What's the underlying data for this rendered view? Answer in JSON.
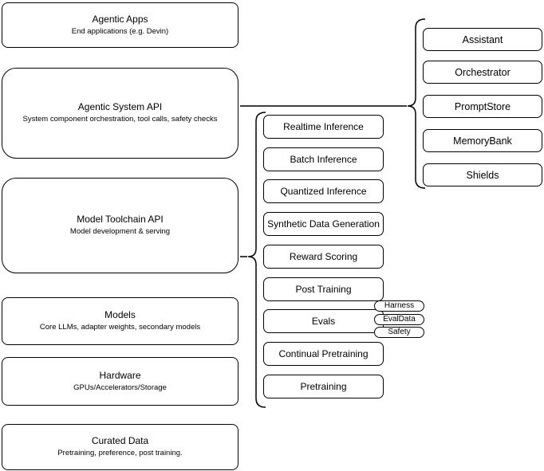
{
  "diagram": {
    "left_stack": [
      {
        "title": "Agentic Apps",
        "subtitle": "End applications (e.g. Devin)"
      },
      {
        "title": "Agentic System API",
        "subtitle": "System component orchestration, tool calls, safety checks"
      },
      {
        "title": "Model Toolchain API",
        "subtitle": "Model development & serving"
      },
      {
        "title": "Models",
        "subtitle": "Core LLMs, adapter weights, secondary models"
      },
      {
        "title": "Hardware",
        "subtitle": "GPUs/Accelerators/Storage"
      },
      {
        "title": "Curated Data",
        "subtitle": "Pretraining, preference, post training."
      }
    ],
    "toolchain_components": [
      "Realtime Inference",
      "Batch Inference",
      "Quantized Inference",
      "Synthetic Data Generation",
      "Reward Scoring",
      "Post Training",
      "Evals",
      "Continual Pretraining",
      "Pretraining"
    ],
    "eval_tags": [
      "Harness",
      "EvalData",
      "Safety"
    ],
    "system_components": [
      "Assistant",
      "Orchestrator",
      "PromptStore",
      "MemoryBank",
      "Shields"
    ],
    "colors": {
      "stroke": "#000000",
      "background": "#ffffff"
    }
  }
}
